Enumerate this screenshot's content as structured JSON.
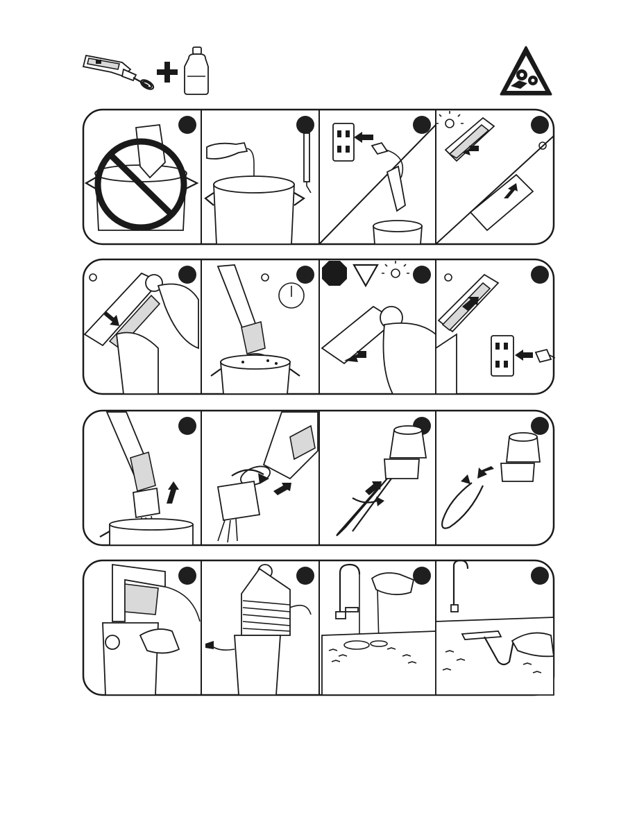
{
  "header": {
    "tool_icon": "immersion-mixer-whisk-icon",
    "plus_icon": "plus-icon",
    "detergent_icon": "dish-detergent-bottle-icon",
    "warning_icon": "crush-hazard-warning-icon"
  },
  "steps": [
    {
      "row": 1,
      "col": 1,
      "depicts": "no-immersion-in-water"
    },
    {
      "row": 1,
      "col": 2,
      "depicts": "pour-detergent-into-pot"
    },
    {
      "row": 1,
      "col": 3,
      "depicts": "plug-in-and-insert"
    },
    {
      "row": 1,
      "col": 4,
      "depicts": "press-safety-and-start"
    },
    {
      "row": 2,
      "col": 1,
      "depicts": "hold-switch"
    },
    {
      "row": 2,
      "col": 2,
      "depicts": "run-timed-cleaning"
    },
    {
      "row": 2,
      "col": 3,
      "depicts": "release-switch"
    },
    {
      "row": 2,
      "col": 4,
      "depicts": "unplug"
    },
    {
      "row": 3,
      "col": 1,
      "depicts": "lift-out"
    },
    {
      "row": 3,
      "col": 2,
      "depicts": "remove-attachment"
    },
    {
      "row": 3,
      "col": 3,
      "depicts": "twist-whisk"
    },
    {
      "row": 3,
      "col": 4,
      "depicts": "detach-whisk"
    },
    {
      "row": 4,
      "col": 1,
      "depicts": "wipe-motor-body"
    },
    {
      "row": 4,
      "col": 2,
      "depicts": "wrap-cord"
    },
    {
      "row": 4,
      "col": 3,
      "depicts": "rinse-in-sink"
    },
    {
      "row": 4,
      "col": 4,
      "depicts": "brush-whisk"
    }
  ]
}
